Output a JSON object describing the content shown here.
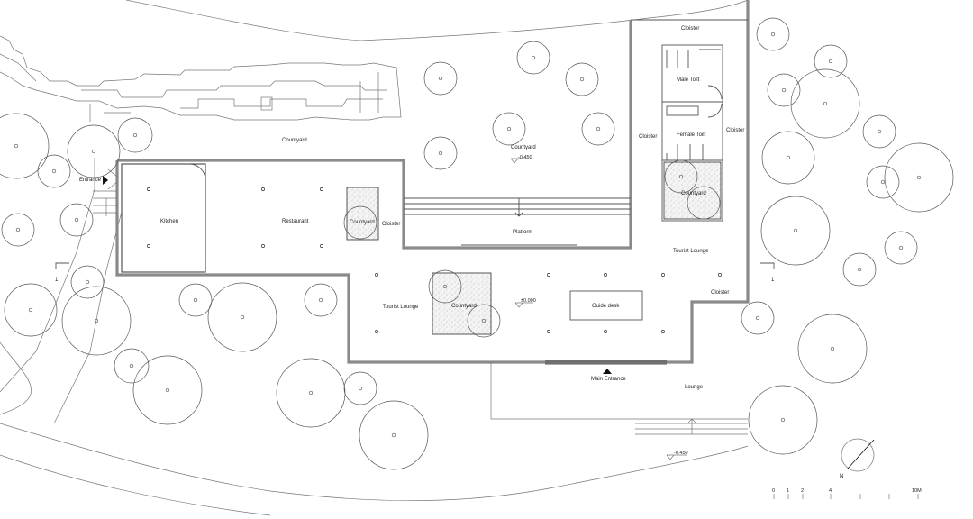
{
  "labels": {
    "courtyard_nw": "Countyard",
    "courtyard_n": "Countyard",
    "courtyard_small_w": "Countyard",
    "courtyard_mid": "Countyard",
    "courtyard_toilet": "Countyard",
    "cloister_top": "Cloister",
    "cloister_left": "Cloister",
    "cloister_right": "Cloister",
    "cloister_mid": "Cloister",
    "cloister_east": "Cloister",
    "male_toilet": "Male Toilt",
    "female_toilet": "Female Toilt",
    "kitchen": "Kitchen",
    "restaurant": "Restaurant",
    "platform": "Platform",
    "tourist_lounge_w": "Tourist Lounge",
    "tourist_lounge_e": "Tourist Lounge",
    "guide_desk": "Guide desk",
    "main_entrance": "Main Entrance",
    "lounge": "Lounge",
    "entrance": "Entrance",
    "level_n": "-0.450",
    "level_mid": "±0.000",
    "level_s": "-0.450",
    "section_left": "1",
    "section_right": "1",
    "north": "N"
  },
  "scale_bar": {
    "ticks": [
      "0",
      "1",
      "2",
      "4",
      "10M"
    ]
  }
}
